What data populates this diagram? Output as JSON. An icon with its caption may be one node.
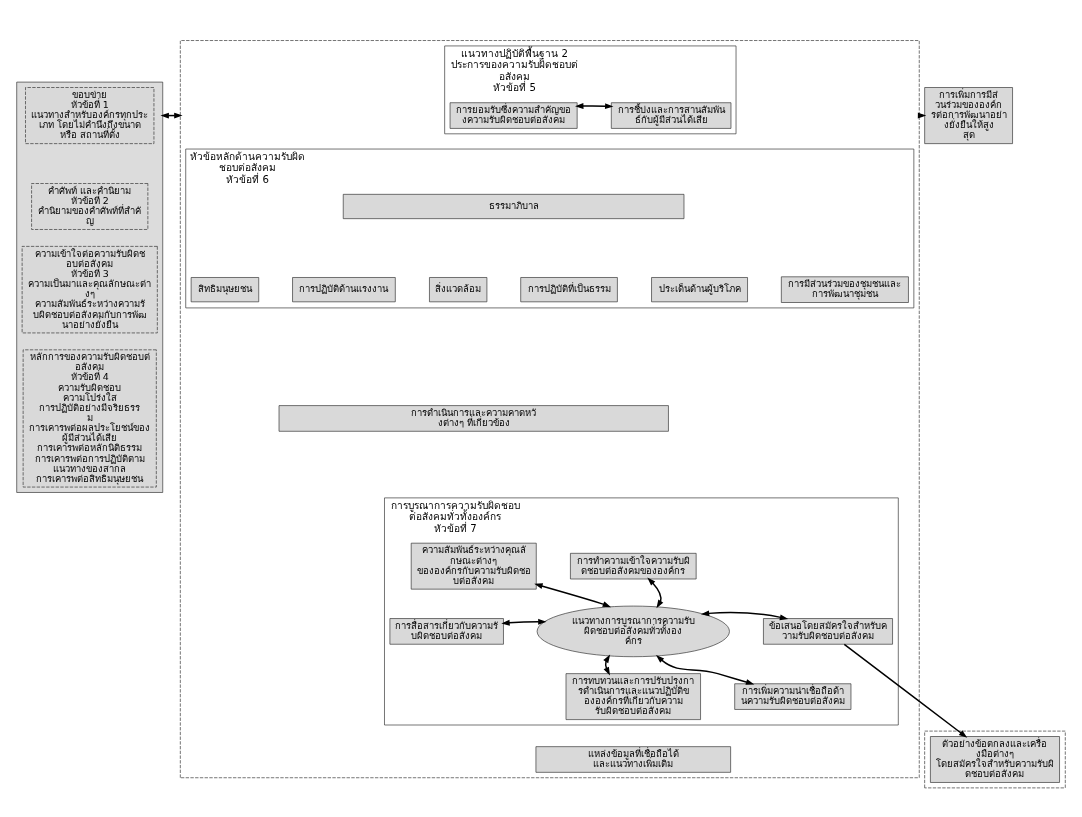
{
  "diagram": {
    "nodes": [
      {
        "text": [],
        "shape": "box"
      },
      {
        "text": [
          "ขอบข่าย",
          "หัวข้อที่ 1",
          "แนวทางสำหรับองค์กรทุกประเภท โดยไม่คำนึงถึงขนาด หรือ สถานที่ตั้ง"
        ],
        "in": 0
      },
      {
        "text": [
          "คำศัพท์ และคำนิยาม",
          "หัวข้อที่ 2",
          "คำนิยามของคำศัพท์ที่สำคัญ"
        ],
        "in": 0
      },
      {
        "text": [
          "ความเข้าใจต่อความรับผิดชอบต่อสังคม",
          "หัวข้อที่ 3",
          "ความเป็นมาและคุณลักษณะต่างๆ",
          "ความสัมพันธ์ระหว่างความรับผิดชอบต่อสังคมกับการพัฒนาอย่างยั่งยืน"
        ],
        "in": 0
      },
      {
        "text": [
          "หลักการของความรับผิดชอบต่อสังคม",
          "หัวข้อที่ 4",
          "ความรับผิดชอบ",
          "ความโปร่งใส",
          "การปฏิบัติอย่างมีจริยธรรม",
          "การเคารพต่อผลประโยชน์ของผู้มีส่วนได้เสีย",
          "การเคารพต่อหลักนิติธรรม",
          "การเคารพต่อการปฏิบัติตามแนวทางของสากล",
          "การเคารพต่อสิทธิมนุษยชน"
        ],
        "in": 0
      },
      {
        "text": [],
        "shape": "box"
      },
      {
        "text": [
          "แนวทางปฏิบัติพื้นฐาน 2 ประการของความรับผิดชอบต่อสังคม",
          "หัวข้อที่ 5"
        ],
        "in": 5
      },
      {
        "text": [
          "การยอมรับซึ่งความสำคัญของความรับผิดชอบต่อสังคม"
        ],
        "in": 6
      },
      {
        "text": [
          "การชี้บ่งและการสานสัมพันธ์กับผู้มีส่วนได้เสีย"
        ],
        "in": 6
      },
      {
        "text": [
          "หัวข้อหลักด้านความรับผิดชอบต่อสังคม",
          "หัวข้อที่ 6"
        ],
        "in": 5
      },
      {
        "text": [
          "ธรรมาภิบาล"
        ],
        "in": 9
      },
      {
        "text": [
          "สิทธิมนุษยชน"
        ],
        "in": 9
      },
      {
        "text": [
          "การปฏิบัติด้านแรงงาน"
        ],
        "in": 9
      },
      {
        "text": [
          "สิ่งแวดล้อม"
        ],
        "in": 9
      },
      {
        "text": [
          "การปฏิบัติที่เป็นธรรม"
        ],
        "in": 9
      },
      {
        "text": [
          "ประเด็นด้านผู้บริโภค"
        ],
        "in": 9
      },
      {
        "text": [
          "การมีส่วนร่วมของชุมชนและการพัฒนาชุมชน"
        ],
        "in": 9
      },
      {
        "text": [
          "การดำเนินการและความคาดหวังต่างๆ ที่เกี่ยวข้อง"
        ],
        "in": 5
      },
      {
        "text": [
          "การบูรณาการความรับผิดชอบต่อสังคมทั่วทั้งองค์กร",
          "หัวข้อที่ 7"
        ],
        "in": 5
      },
      {
        "text": [
          "แนวทางการบูรณาการความรับผิดชอบต่อสังคมทั่วทั้งองค์กร"
        ],
        "in": 18
      },
      {
        "text": [
          "ความสัมพันธ์ระหว่างคุณลักษณะต่างๆ ขององค์กรกับความรับผิดชอบต่อสังคม"
        ],
        "in": 18
      },
      {
        "text": [
          "การทำความเข้าใจความรับผิดชอบต่อสังคมขององค์กร"
        ],
        "in": 18
      },
      {
        "text": [
          "การสื่อสารเกี่ยวกับความรับผิดชอบต่อสังคม"
        ],
        "in": 18
      },
      {
        "text": [
          "ข้อเสนอโดยสมัครใจสำหรับความรับผิดชอบต่อสังคม"
        ],
        "in": 18
      },
      {
        "text": [
          "การทบทวนและการปรับปรุงการดำเนินการและแนวปฏิบัติขององค์กรที่เกี่ยวกับความรับผิดชอบต่อสังคม"
        ],
        "in": 18
      },
      {
        "text": [
          "การเพิ่มความน่าเชื่อถือด้านความรับผิดชอบต่อสังคม"
        ],
        "in": 18
      },
      {
        "text": [
          "แหล่งข้อมูลที่เชื่อถือได้และแนวทางเพิ่มเติม"
        ],
        "in": 5
      },
      {
        "text": [],
        "shape": "box"
      },
      {
        "text": [
          "ตัวอย่างข้อตกลงและเครื่องมือต่างๆ โดยสมัครใจสำหรับความรับผิดชอบต่อสังคม"
        ],
        "in": 27
      },
      {
        "text": [
          "การเพิ่มการมีส่วนร่วมขององค์กรต่อการพัฒนาอย่างยั่งยืนให้สูงสุด"
        ]
      }
    ],
    "edges": [
      {
        "from": 0,
        "to": 5,
        "arrow": "both"
      },
      {
        "from": 5,
        "to": 29,
        "arrow": "to"
      },
      {
        "from": 7,
        "to": 8,
        "arrow": "both"
      },
      {
        "from": 19,
        "to": 20,
        "arrow": "both"
      },
      {
        "from": 19,
        "to": 21,
        "arrow": "both"
      },
      {
        "from": 19,
        "to": 22,
        "arrow": "both"
      },
      {
        "from": 19,
        "to": 23,
        "arrow": "both"
      },
      {
        "from": 19,
        "to": 24,
        "arrow": "both"
      },
      {
        "from": 19,
        "to": 25,
        "arrow": "both"
      },
      {
        "from": 23,
        "to": 28,
        "arrow": "to"
      }
    ]
  }
}
